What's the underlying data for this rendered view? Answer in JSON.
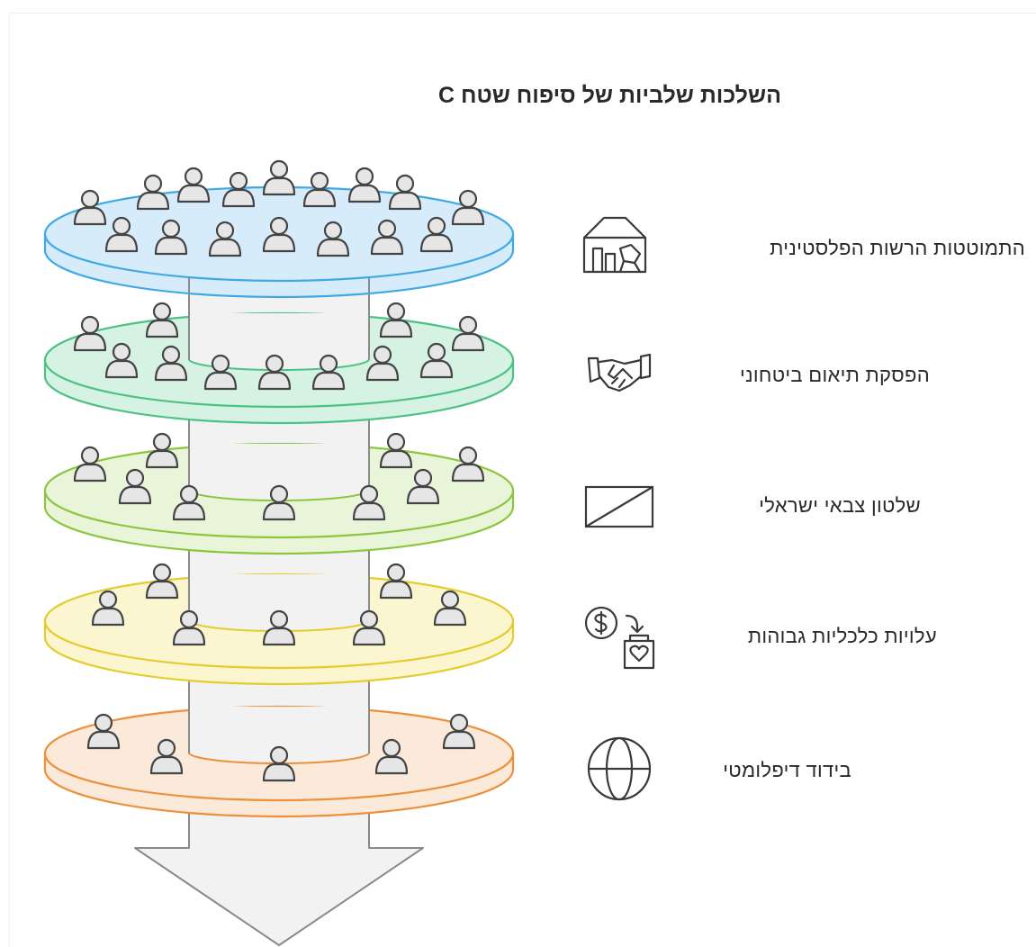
{
  "title": "C השלכות שלביות של סיפוח שטח",
  "layers": [
    {
      "label": "התמוטטות הרשות הפלסטינית",
      "icon": "building-collapse-icon",
      "fill": "#d7ecfa",
      "stroke": "#3fa9e6"
    },
    {
      "label": "הפסקת תיאום ביטחוני",
      "icon": "handshake-icon",
      "fill": "#d6f2e3",
      "stroke": "#4cc282"
    },
    {
      "label": "שלטון צבאי ישראלי",
      "icon": "rectangle-diagonal-icon",
      "fill": "#e9f5d8",
      "stroke": "#8cc63f"
    },
    {
      "label": "עלויות כלכליות גבוהות",
      "icon": "money-transfer-icon",
      "fill": "#fbf6cf",
      "stroke": "#e3cc2e"
    },
    {
      "label": "בידוד דיפלומטי",
      "icon": "globe-icon",
      "fill": "#fbe9d9",
      "stroke": "#ee8f3a"
    }
  ],
  "colors": {
    "cylinder": "#f2f2f2",
    "cylinder_stroke": "#8a8a8a",
    "person_fill": "#e6e6e6",
    "person_stroke": "#444444",
    "arrow": "#f2f2f2"
  }
}
